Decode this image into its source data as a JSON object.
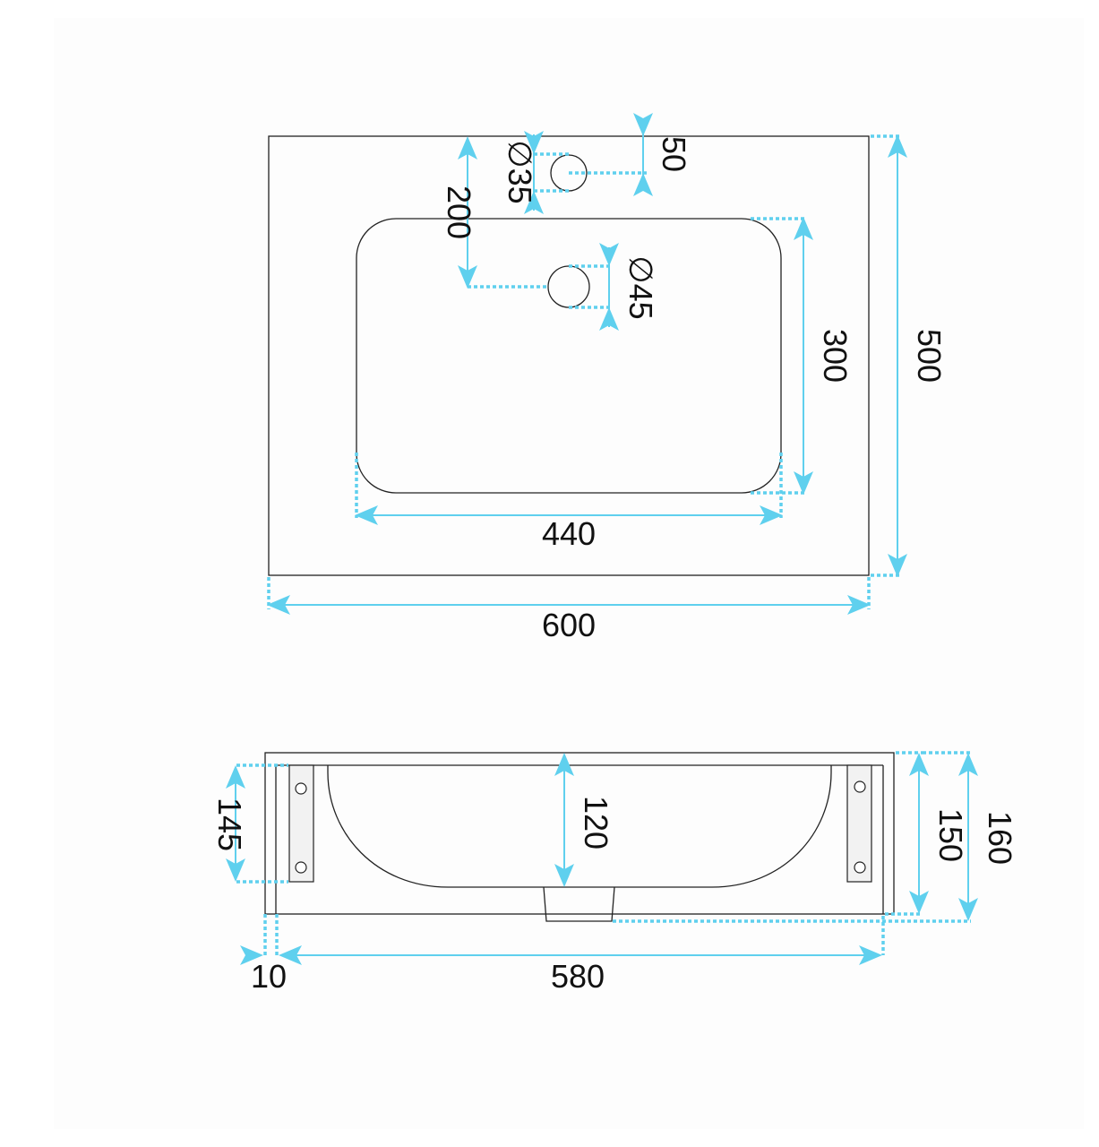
{
  "colors": {
    "dimension": "#5fd0ee",
    "outline": "#222222",
    "background": "#ffffff"
  },
  "top_view": {
    "width": "600",
    "depth": "500",
    "bowl_width": "440",
    "bowl_depth": "300",
    "drain_offset": "200",
    "tap_hole_offset": "50",
    "tap_hole_diameter": "∅35",
    "drain_diameter": "∅45"
  },
  "front_view": {
    "side_gap": "10",
    "inner_width": "580",
    "bracket_height": "145",
    "bowl_height": "120",
    "body_height": "150",
    "total_height": "160"
  }
}
